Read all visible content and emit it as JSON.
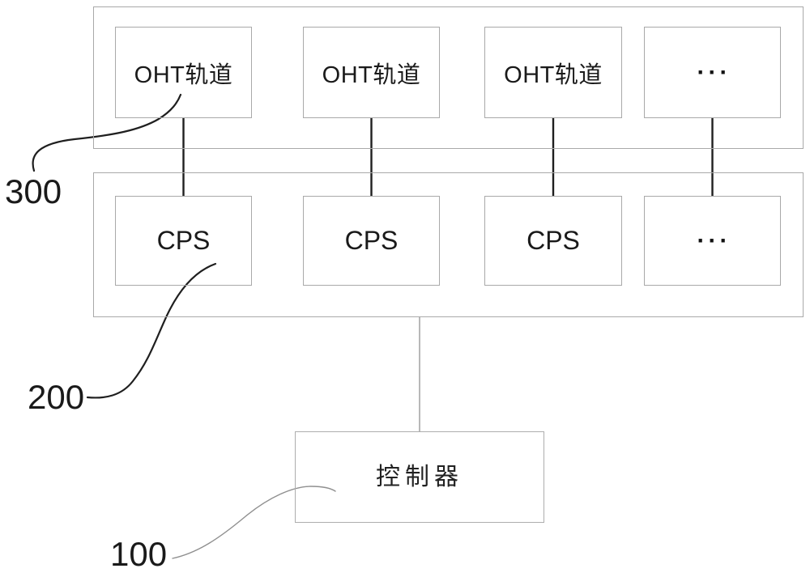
{
  "figure": {
    "oht_row": {
      "boxes": [
        {
          "label": "OHT轨道"
        },
        {
          "label": "OHT轨道"
        },
        {
          "label": "OHT轨道"
        },
        {
          "label": "···"
        }
      ]
    },
    "cps_row": {
      "boxes": [
        {
          "label": "CPS"
        },
        {
          "label": "CPS"
        },
        {
          "label": "CPS"
        },
        {
          "label": "···"
        }
      ]
    },
    "controller": {
      "label": "控制器"
    },
    "reference_labels": {
      "oht_row": "300",
      "cps_row": "200",
      "controller": "100"
    },
    "colors": {
      "background": "#ffffff",
      "box_border": "#a9a9a9",
      "dark_line": "#1f1f1f",
      "light_line": "#8f8f8f",
      "text": "#1a1a1a"
    }
  }
}
